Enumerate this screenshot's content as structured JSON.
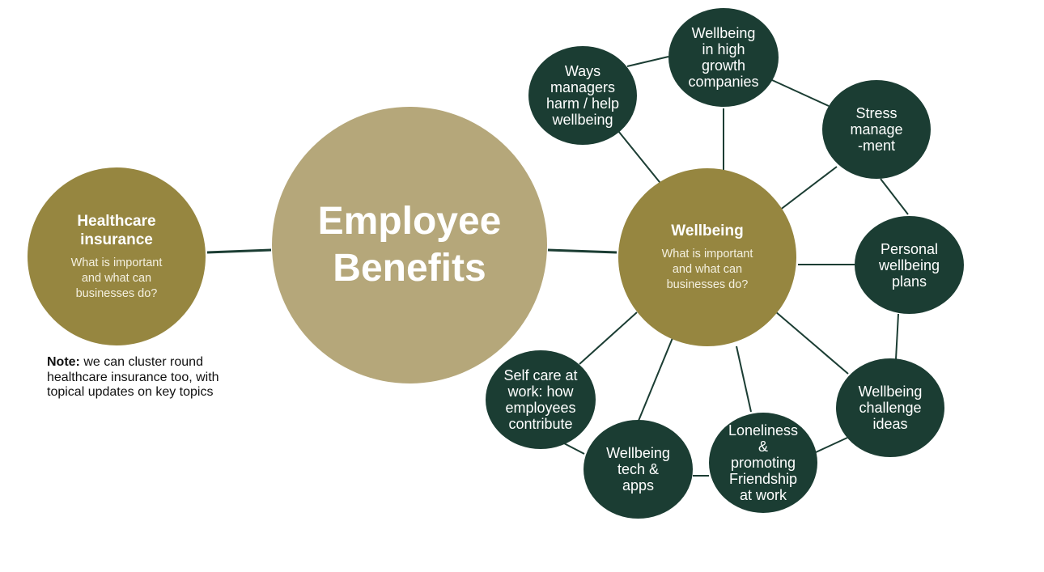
{
  "center": {
    "title": "Employee\nBenefits"
  },
  "healthcare": {
    "title": "Healthcare\ninsurance",
    "subtitle": "What is  important\nand what can\nbusinesses do?"
  },
  "wellbeing": {
    "title": "Wellbeing",
    "subtitle": "What is important\nand what can\nbusinesses do?"
  },
  "topics": [
    {
      "id": "ways-managers",
      "label": "Ways\nmanagers\nharm / help\nwellbeing"
    },
    {
      "id": "high-growth",
      "label": "Wellbeing\nin high\ngrowth\ncompanies"
    },
    {
      "id": "stress",
      "label": "Stress\nmanage\n-ment"
    },
    {
      "id": "personal-plans",
      "label": "Personal\nwellbeing\nplans"
    },
    {
      "id": "challenge-ideas",
      "label": "Wellbeing\nchallenge\nideas"
    },
    {
      "id": "loneliness",
      "label": "Loneliness\n&\npromoting\nFriendship\nat work"
    },
    {
      "id": "tech-apps",
      "label": "Wellbeing\ntech &\napps"
    },
    {
      "id": "self-care",
      "label": "Self care at\nwork: how\nemployees\ncontribute"
    }
  ],
  "note": {
    "bold": "Note:",
    "text": " we can cluster round healthcare insurance too, with topical  updates on key topics"
  },
  "colors": {
    "dark_green": "#1b3d33",
    "gold": "#968640",
    "tan": "#b5a77a",
    "line": "#1b3d33"
  }
}
